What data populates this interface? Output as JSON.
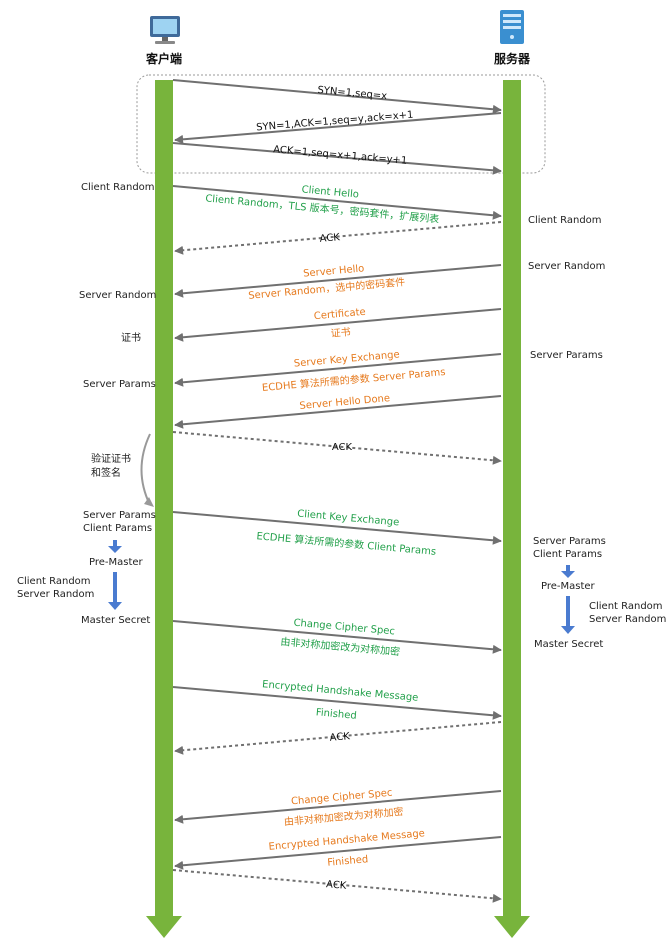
{
  "parties": {
    "client": "客户端",
    "server": "服务器"
  },
  "colors": {
    "lifeline": "#78b43c",
    "arrow": "#707070",
    "tcp": "#111111",
    "green": "#22a04a",
    "orange": "#e67a1e",
    "blue": "#4a7bd0"
  },
  "icons": {
    "client": "monitor-icon",
    "server": "server-icon"
  },
  "messages": [
    {
      "from": "client",
      "lines": [
        "SYN=1,seq=x"
      ],
      "color": "tcp",
      "dashed": false
    },
    {
      "from": "server",
      "lines": [
        "SYN=1,ACK=1,seq=y,ack=x+1"
      ],
      "color": "tcp",
      "dashed": false
    },
    {
      "from": "client",
      "lines": [
        "ACK=1,seq=x+1,ack=y+1"
      ],
      "color": "tcp",
      "dashed": false
    },
    {
      "from": "client",
      "lines": [
        "Client Hello",
        "Client Random，TLS 版本号，密码套件，扩展列表"
      ],
      "color": "green",
      "dashed": false
    },
    {
      "from": "server",
      "lines": [
        "ACK"
      ],
      "color": "tcp",
      "dashed": true
    },
    {
      "from": "server",
      "lines": [
        "Server Hello",
        "Server Random，选中的密码套件"
      ],
      "color": "orange",
      "dashed": false
    },
    {
      "from": "server",
      "lines": [
        "Certificate",
        "证书"
      ],
      "color": "orange",
      "dashed": false
    },
    {
      "from": "server",
      "lines": [
        "Server Key Exchange",
        "ECDHE 算法所需的参数 Server Params"
      ],
      "color": "orange",
      "dashed": false
    },
    {
      "from": "server",
      "lines": [
        "Server Hello Done"
      ],
      "color": "orange",
      "dashed": false
    },
    {
      "from": "client",
      "lines": [
        "ACK"
      ],
      "color": "tcp",
      "dashed": true
    },
    {
      "from": "client",
      "lines": [
        "Client Key Exchange",
        "ECDHE 算法所需的参数 Client Params"
      ],
      "color": "green",
      "dashed": false
    },
    {
      "from": "client",
      "lines": [
        "Change Cipher Spec",
        "由非对称加密改为对称加密"
      ],
      "color": "green",
      "dashed": false
    },
    {
      "from": "client",
      "lines": [
        "Encrypted Handshake Message",
        "Finished"
      ],
      "color": "green",
      "dashed": false
    },
    {
      "from": "server",
      "lines": [
        "ACK"
      ],
      "color": "tcp",
      "dashed": true
    },
    {
      "from": "server",
      "lines": [
        "Change Cipher Spec",
        "由非对称加密改为对称加密"
      ],
      "color": "orange",
      "dashed": false
    },
    {
      "from": "server",
      "lines": [
        "Encrypted Handshake Message",
        "Finished"
      ],
      "color": "orange",
      "dashed": false
    },
    {
      "from": "client",
      "lines": [
        "ACK"
      ],
      "color": "tcp",
      "dashed": true
    }
  ],
  "client_notes": {
    "client_random": "Client Random",
    "server_random": "Server Random",
    "certificate": "证书",
    "server_params": "Server Params",
    "verify": [
      "验证证书",
      "和签名"
    ],
    "params": [
      "Server Params",
      "Client Params"
    ],
    "pre_master": "Pre-Master",
    "randoms": [
      "Client Random",
      "Server Random"
    ],
    "master_secret": "Master Secret"
  },
  "server_notes": {
    "client_random": "Client Random",
    "server_random": "Server Random",
    "server_params": "Server Params",
    "params": [
      "Server Params",
      "Client Params"
    ],
    "pre_master": "Pre-Master",
    "randoms": [
      "Client Random",
      "Server Random"
    ],
    "master_secret": "Master Secret"
  }
}
